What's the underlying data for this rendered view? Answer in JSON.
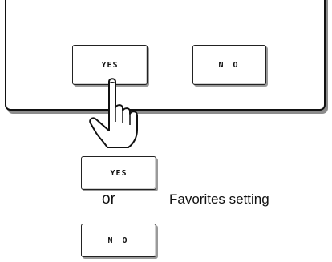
{
  "dialog": {
    "yes_label": "YES",
    "no_label": "N O"
  },
  "result_options": {
    "yes_label": "YES",
    "or_text": "or",
    "no_label": "N O",
    "setting_label": "Favorites setting"
  },
  "icons": {
    "pointer": "pointing-hand-icon"
  }
}
